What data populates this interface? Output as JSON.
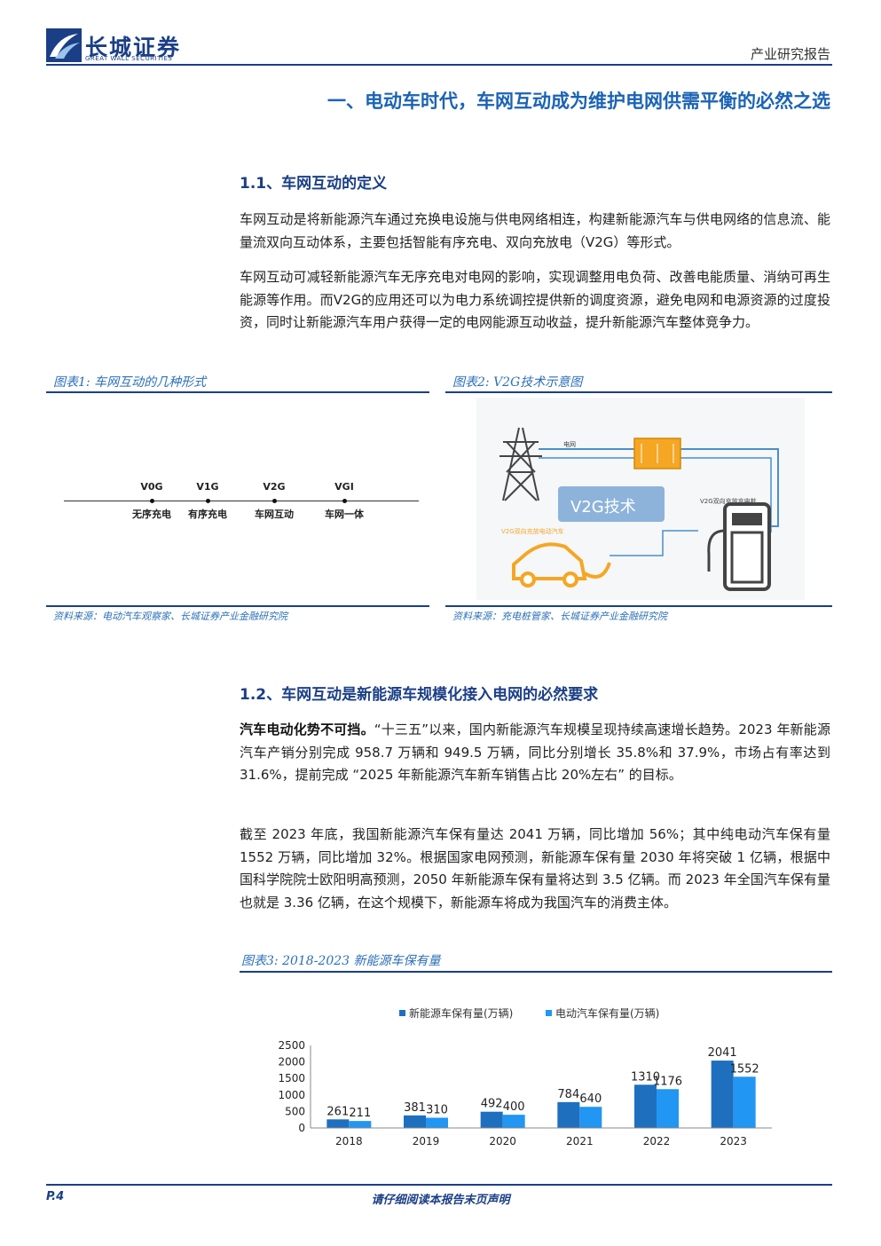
{
  "header": {
    "logo_cn": "长城证券",
    "logo_en": "GREAT WALL SECURITIES",
    "report_type": "产业研究报告"
  },
  "section1": {
    "title": "一、电动车时代，车网互动成为维护电网供需平衡的必然之选"
  },
  "section1_1": {
    "title": "1.1、车网互动的定义",
    "p1": "车网互动是将新能源汽车通过充换电设施与供电网络相连，构建新能源汽车与供电网络的信息流、能量流双向互动体系，主要包括智能有序充电、双向充放电（V2G）等形式。",
    "p2": "车网互动可减轻新能源汽车无序充电对电网的影响，实现调整用电负荷、改善电能质量、消纳可再生能源等作用。而V2G的应用还可以为电力系统调控提供新的调度资源，避免电网和电源资源的过度投资，同时让新能源汽车用户获得一定的电网能源互动收益，提升新能源汽车整体竞争力。"
  },
  "figure1": {
    "title": "图表1: 车网互动的几种形式",
    "source": "资料来源：电动汽车观察家、长城证券产业金融研究院",
    "stages": [
      {
        "code": "V0G",
        "label": "无序充电"
      },
      {
        "code": "V1G",
        "label": "有序充电"
      },
      {
        "code": "V2G",
        "label": "车网互动"
      },
      {
        "code": "VGI",
        "label": "车网一体"
      }
    ]
  },
  "figure2": {
    "title": "图表2: V2G技术示意图",
    "source": "资料来源：充电桩管家、长城证券产业金融研究院",
    "label_grid": "电网",
    "label_main": "V2G技术",
    "label_pile": "V2G双向充放充电桩",
    "label_car": "V2G双向充放电动汽车",
    "accent_orange": "#f5a623",
    "accent_blue": "#4a8fc9"
  },
  "section1_2": {
    "title": "1.2、车网互动是新能源车规模化接入电网的必然要求",
    "p1_bold": "汽车电动化势不可挡。",
    "p1_rest": "“十三五”以来，国内新能源汽车规模呈现持续高速增长趋势。2023 年新能源汽车产销分别完成 958.7 万辆和 949.5 万辆，同比分别增长 35.8%和 37.9%，市场占有率达到 31.6%，提前完成 “2025 年新能源汽车新车销售占比 20%左右” 的目标。",
    "p2": "截至 2023 年底，我国新能源汽车保有量达 2041 万辆，同比增加 56%；其中纯电动汽车保有量 1552 万辆，同比增加 32%。根据国家电网预测，新能源车保有量 2030 年将突破 1 亿辆，根据中国科学院院士欧阳明高预测，2050 年新能源车保有量将达到 3.5 亿辆。而 2023 年全国汽车保有量也就是 3.36 亿辆，在这个规模下，新能源车将成为我国汽车的消费主体。"
  },
  "figure3": {
    "title": "图表3:  2018-2023  新能源车保有量"
  },
  "chart_data": {
    "type": "bar",
    "categories": [
      "2018",
      "2019",
      "2020",
      "2021",
      "2022",
      "2023"
    ],
    "series": [
      {
        "name": "新能源车保有量(万辆)",
        "values": [
          261,
          381,
          492,
          784,
          1310,
          2041
        ],
        "color": "#1f6fbf"
      },
      {
        "name": "电动汽车保有量(万辆)",
        "values": [
          211,
          310,
          400,
          640,
          1176,
          1552
        ],
        "color": "#2196f3"
      }
    ],
    "yticks": [
      0,
      500,
      1000,
      1500,
      2000,
      2500
    ],
    "ylim": [
      0,
      2500
    ],
    "legend": "top",
    "grid": false
  },
  "footer": {
    "page": "P.4",
    "note": "请仔细阅读本报告末页声明"
  }
}
